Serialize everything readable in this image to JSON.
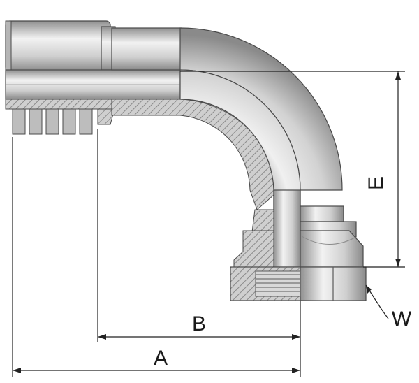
{
  "diagram": {
    "dimension_labels": {
      "a": "A",
      "b": "B",
      "e": "E",
      "w": "W"
    },
    "colors": {
      "metal_light": "#e6e6e6",
      "metal_mid": "#bdbdbd",
      "metal_dark": "#7a7a7a",
      "outline": "#4a4a4a",
      "section_hatch": "#9a9a9a",
      "dimension_line": "#222222",
      "background": "#ffffff"
    }
  }
}
